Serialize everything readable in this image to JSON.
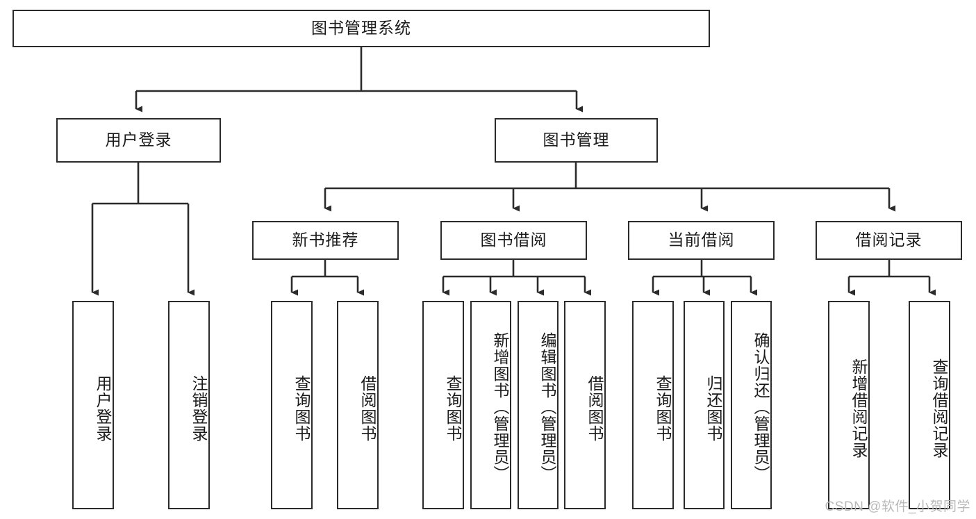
{
  "diagram": {
    "type": "tree",
    "title": "图书管理系统",
    "root": {
      "label": "图书管理系统"
    },
    "level2": [
      {
        "label": "用户登录"
      },
      {
        "label": "图书管理"
      }
    ],
    "level3": [
      {
        "label": "新书推荐"
      },
      {
        "label": "图书借阅"
      },
      {
        "label": "当前借阅"
      },
      {
        "label": "借阅记录"
      }
    ],
    "leaves": {
      "user_login": [
        {
          "label": "用户登录"
        },
        {
          "label": "注销登录"
        }
      ],
      "new_book_recommend": [
        {
          "label": "查询图书"
        },
        {
          "label": "借阅图书"
        }
      ],
      "book_borrow": [
        {
          "label": "查询图书"
        },
        {
          "label": "新增图书（管理员）"
        },
        {
          "label": "编辑图书（管理员）"
        },
        {
          "label": "借阅图书"
        }
      ],
      "current_borrow": [
        {
          "label": "查询图书"
        },
        {
          "label": "归还图书"
        },
        {
          "label": "确认归还（管理员）"
        }
      ],
      "borrow_record": [
        {
          "label": "新增借阅记录"
        },
        {
          "label": "查询借阅记录"
        }
      ]
    },
    "colors": {
      "stroke": "#2b2b2b",
      "fill": "#ffffff",
      "text": "#1a1a1a",
      "watermark": "#b9b9b9"
    }
  },
  "watermark": {
    "text": "CSDN @软件_小贺同学"
  }
}
